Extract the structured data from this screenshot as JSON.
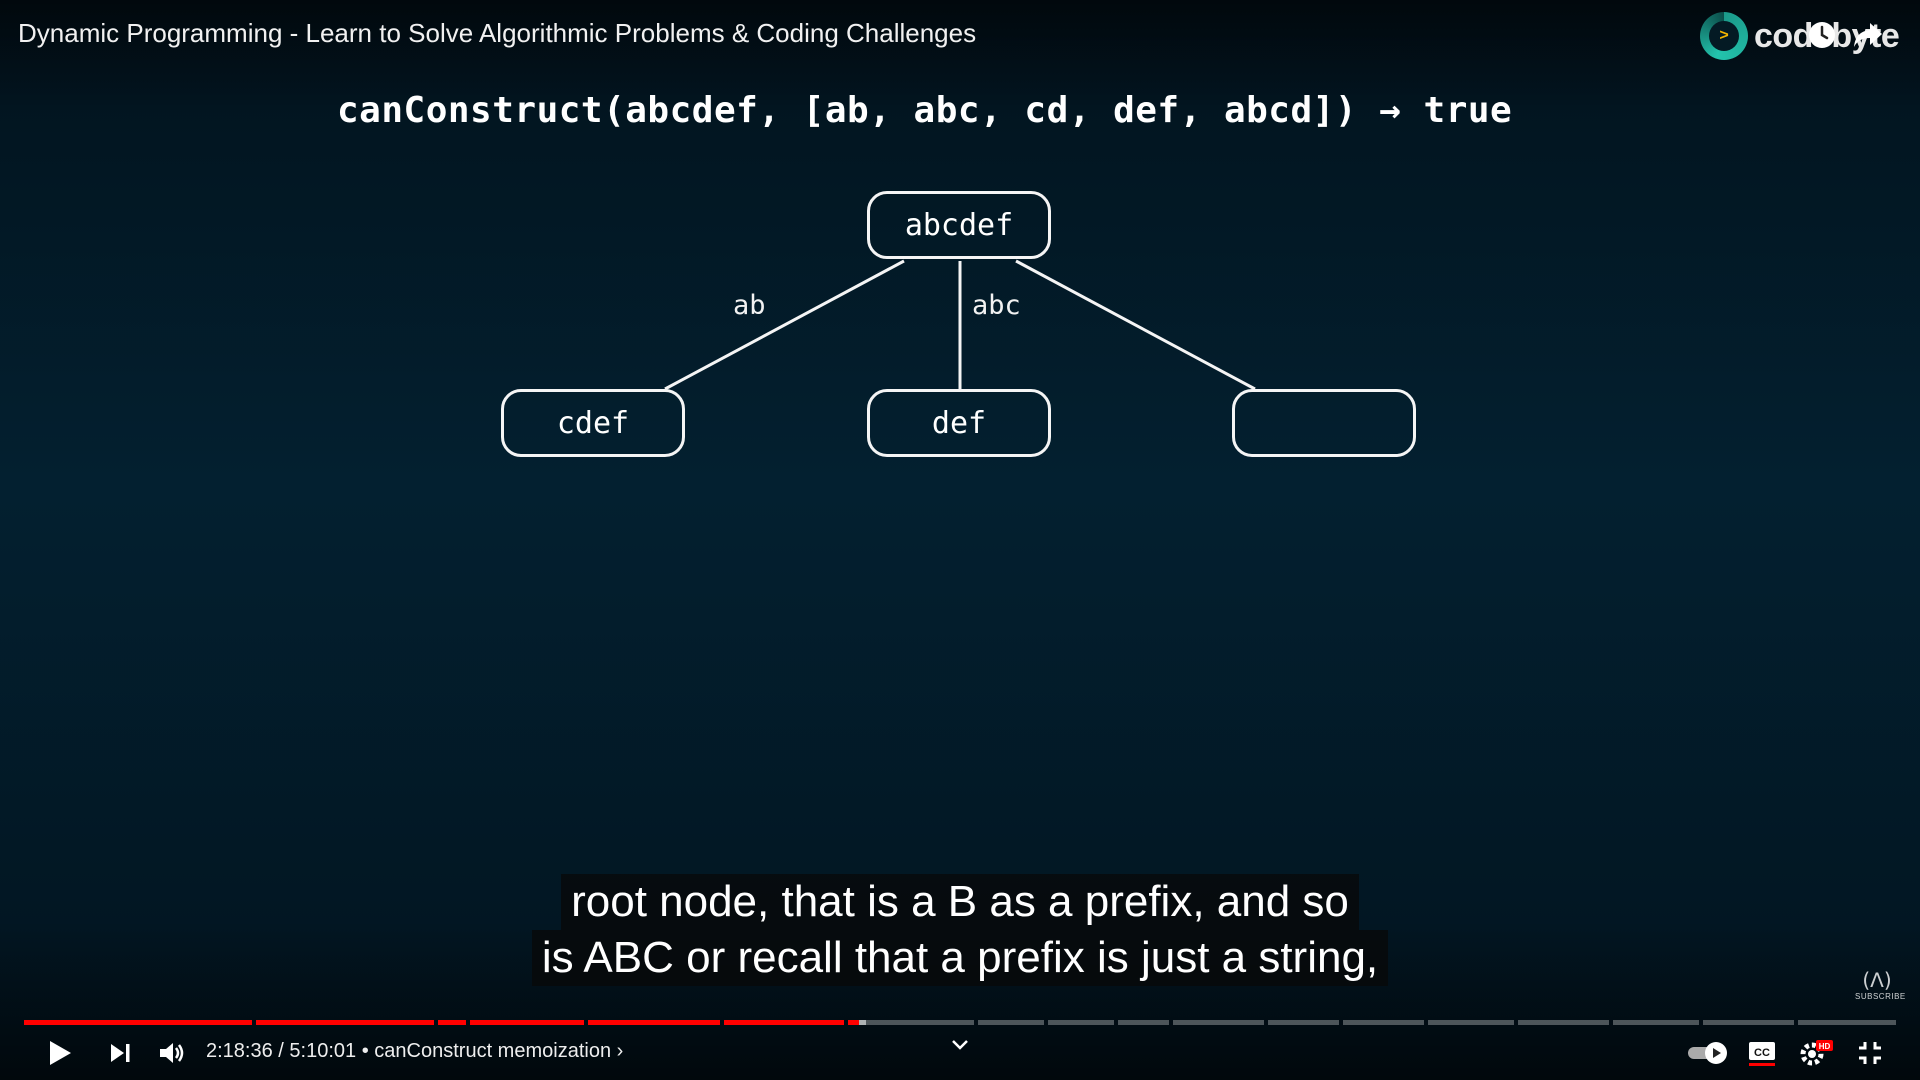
{
  "video": {
    "title": "Dynamic Programming - Learn to Solve Algorithmic Problems & Coding Challenges",
    "channel_name": "codebyte",
    "channel_logo_glyph": ">",
    "watermark_text": "SUBSCRIBE"
  },
  "slide": {
    "formula": "canConstruct(abcdef, [ab, abc, cd, def, abcd]) → true",
    "tree": {
      "root": "abcdef",
      "children": [
        {
          "label": "cdef",
          "edge": "ab"
        },
        {
          "label": "def",
          "edge": "abc"
        },
        {
          "label": "",
          "edge": ""
        }
      ]
    }
  },
  "captions": [
    "root node, that is a B as a prefix, and so",
    "is ABC or recall that a prefix is just a string,"
  ],
  "player": {
    "current_time": "2:18:36",
    "duration": "5:10:01",
    "separator": "/",
    "chapter_bullet": "•",
    "chapter": "canConstruct memoization",
    "chapter_arrow": "›",
    "progress_fraction": 0.446,
    "loaded_fraction": 0.45,
    "icons": {
      "play": "play-icon",
      "next": "next-icon",
      "volume": "volume-icon",
      "autoplay": "autoplay-toggle-icon",
      "captions": "cc-icon",
      "settings": "settings-icon",
      "quality_badge": "HD",
      "fullscreen": "exit-fullscreen-icon",
      "clock": "watch-later-icon",
      "share": "share-icon"
    },
    "colors": {
      "played": "#ff0000",
      "cc_underline": "#ff0000"
    }
  }
}
